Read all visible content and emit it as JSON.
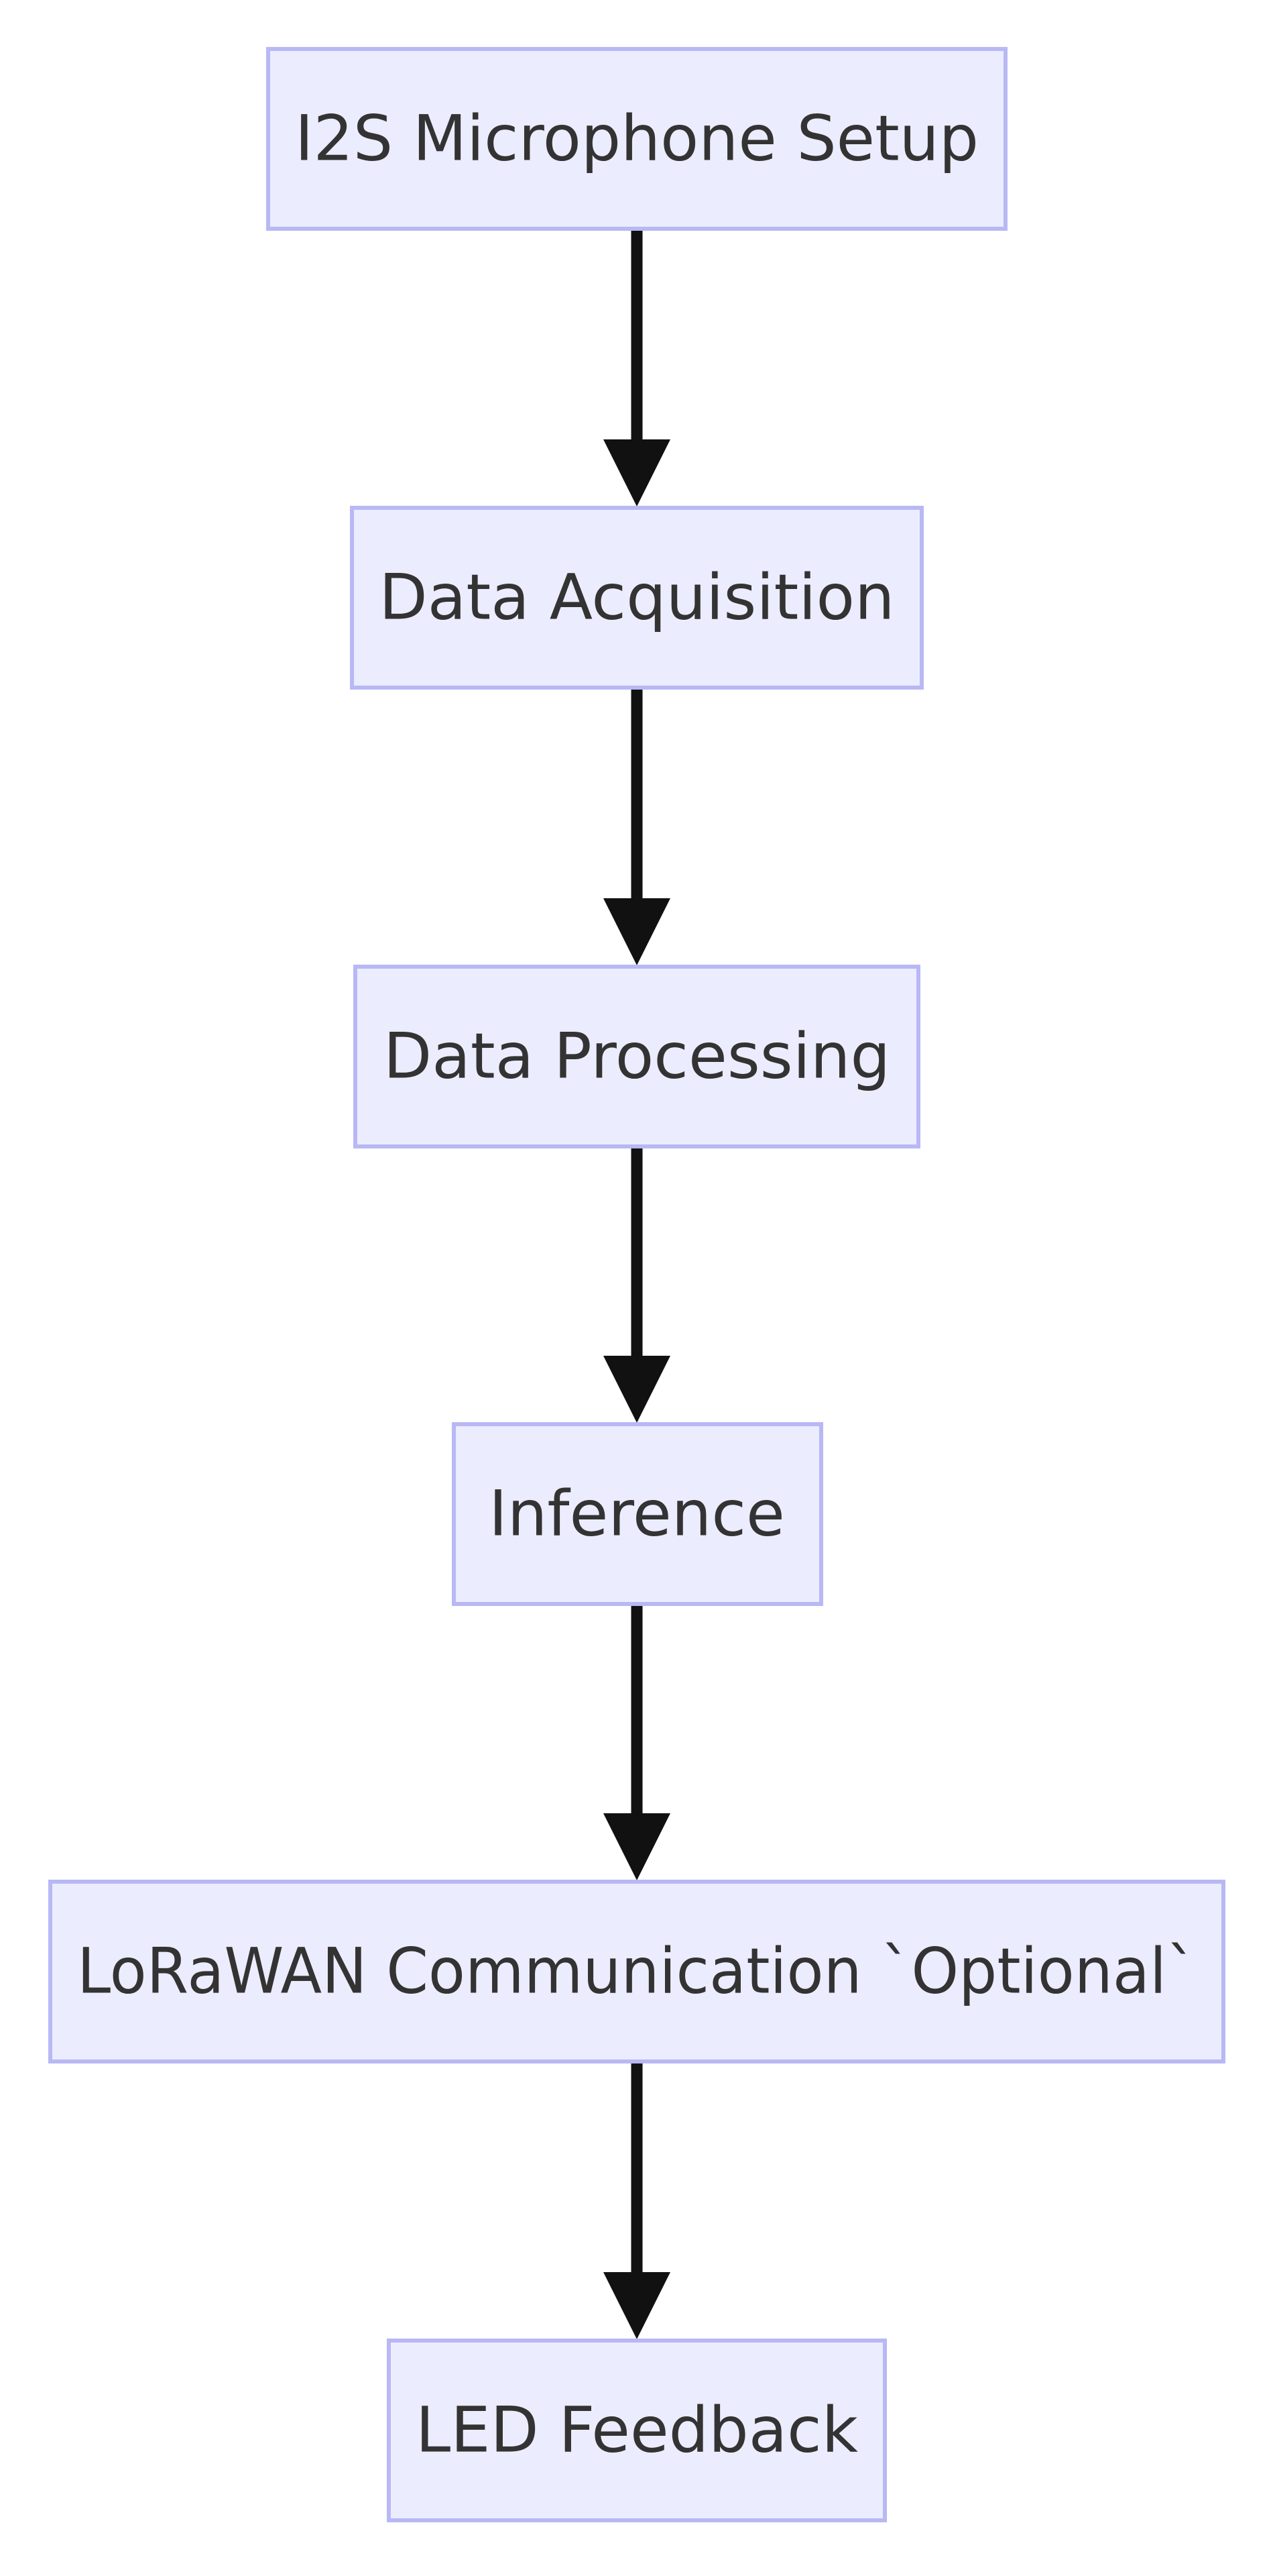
{
  "diagram": {
    "type": "flowchart",
    "direction": "top-to-bottom",
    "colors": {
      "node_fill": "#ECECFF",
      "node_border": "#B8B8F5",
      "text": "#333333",
      "edge": "#111111"
    },
    "nodes": [
      {
        "id": "mic",
        "label": "I2S Microphone Setup"
      },
      {
        "id": "acq",
        "label": "Data Acquisition"
      },
      {
        "id": "proc",
        "label": "Data Processing"
      },
      {
        "id": "inf",
        "label": "Inference"
      },
      {
        "id": "lora",
        "label": "LoRaWAN Communication `Optional`"
      },
      {
        "id": "led",
        "label": "LED Feedback"
      }
    ],
    "edges": [
      {
        "from": "mic",
        "to": "acq"
      },
      {
        "from": "acq",
        "to": "proc"
      },
      {
        "from": "proc",
        "to": "inf"
      },
      {
        "from": "inf",
        "to": "lora"
      },
      {
        "from": "lora",
        "to": "led"
      }
    ]
  }
}
